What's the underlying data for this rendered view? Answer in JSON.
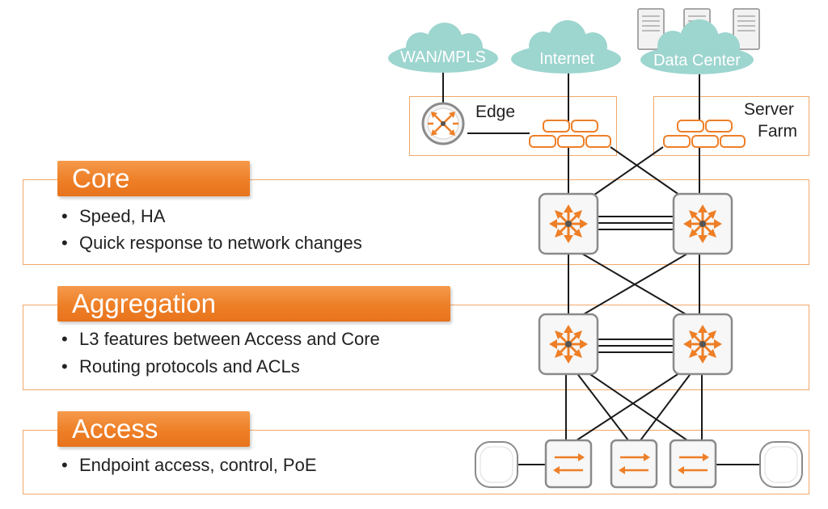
{
  "clouds": {
    "wan": "WAN/MPLS",
    "internet": "Internet",
    "datacenter": "Data Center"
  },
  "edge_label": "Edge",
  "server_farm_label": [
    "Server",
    "Farm"
  ],
  "layers": {
    "core": {
      "title": "Core",
      "bullets": [
        "Speed, HA",
        "Quick response to network changes"
      ]
    },
    "aggregation": {
      "title": "Aggregation",
      "bullets": [
        "L3 features between Access and Core",
        "Routing protocols and ACLs"
      ]
    },
    "access": {
      "title": "Access",
      "bullets": [
        "Endpoint access, control, PoE"
      ]
    }
  },
  "colors": {
    "accent": "#ee7f27",
    "cloud": "#9dd5cf",
    "panel_border": "#f0a868",
    "device_border": "#8a8a8a"
  },
  "icons": [
    "router-icon",
    "firewall-icon",
    "core-switch-icon",
    "access-switch-icon",
    "access-point-icon",
    "server-icon",
    "cloud-icon"
  ]
}
